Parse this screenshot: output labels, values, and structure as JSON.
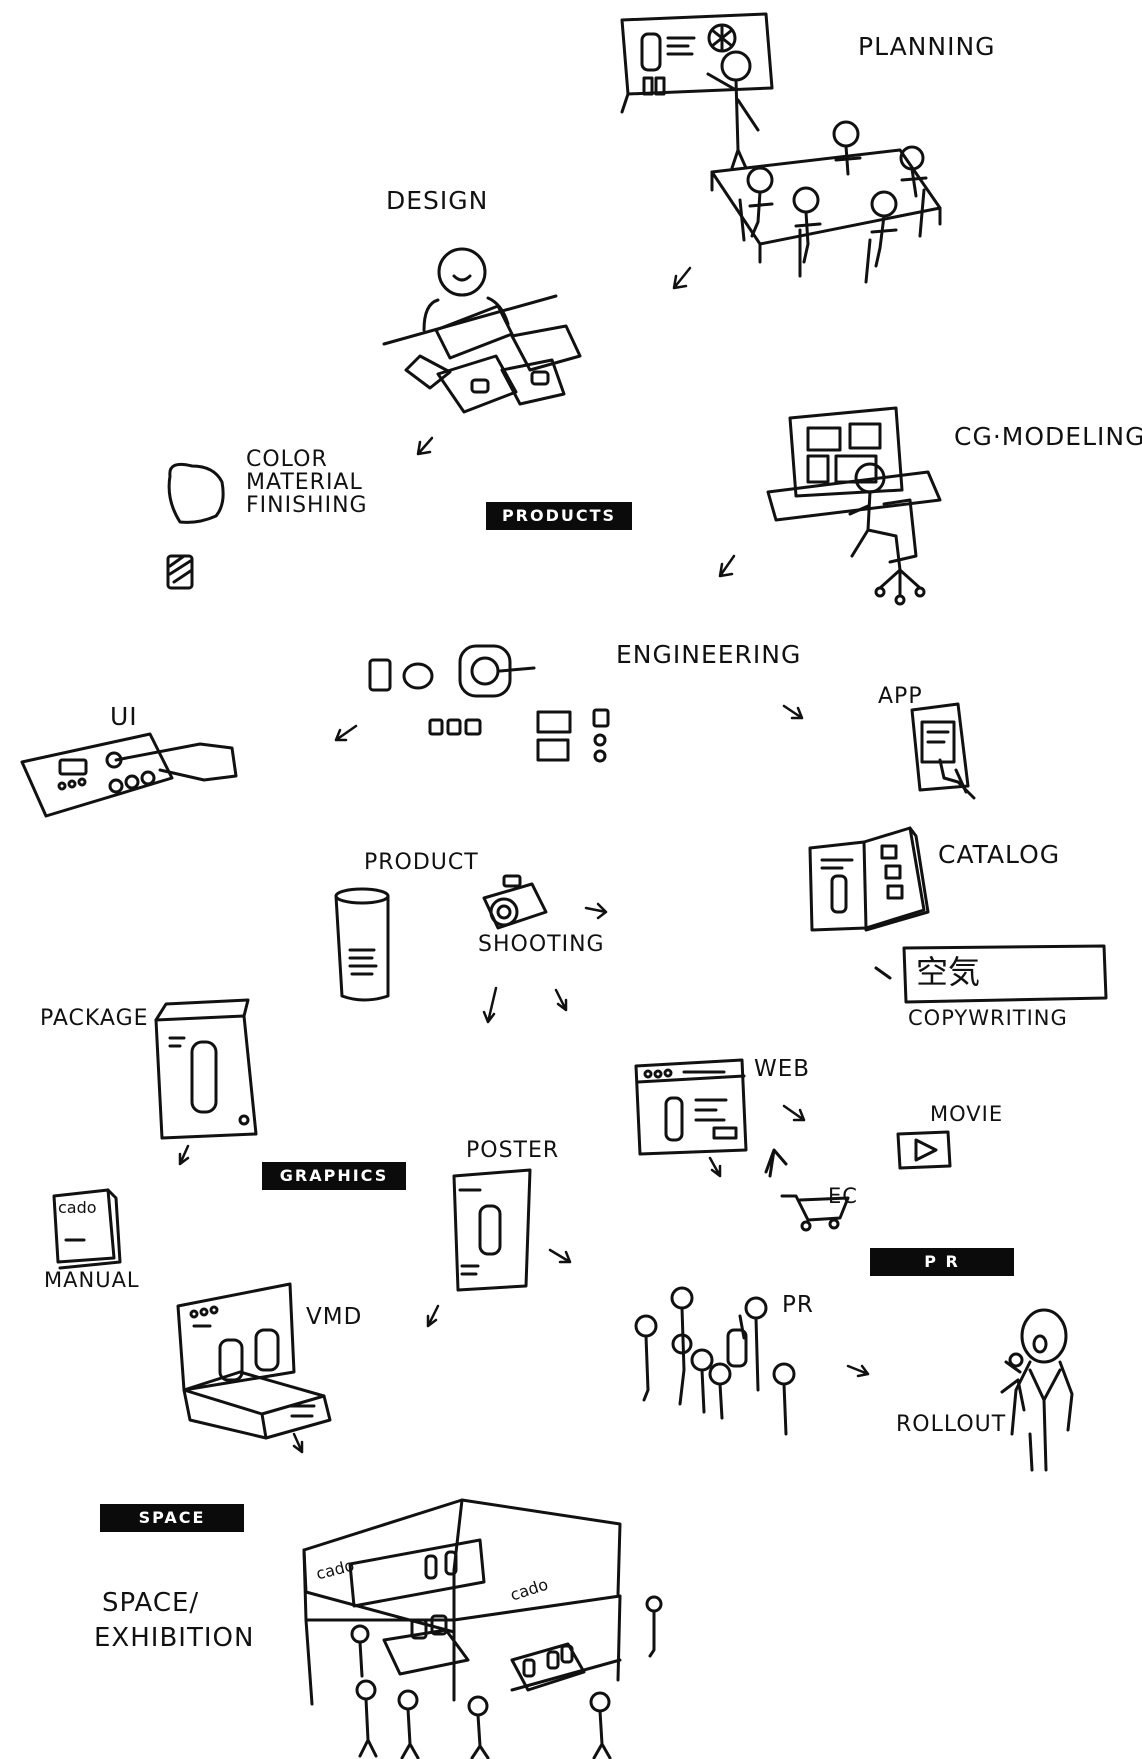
{
  "sections": {
    "products": "PRODUCTS",
    "graphics": "GRAPHICS",
    "pr": "P R",
    "space": "SPACE"
  },
  "steps": {
    "planning": "PLANNING",
    "design": "DESIGN",
    "color_lines": [
      "COLOR",
      "MATERIAL",
      "FINISHING"
    ],
    "cg_modeling": "CG·MODELING",
    "engineering": "ENGINEERING",
    "ui": "UI",
    "app": "APP",
    "product": "PRODUCT",
    "shooting": "SHOOTING",
    "catalog": "CATALOG",
    "copywriting": "COPYWRITING",
    "package": "PACKAGE",
    "web": "WEB",
    "movie": "MOVIE",
    "ec": "EC",
    "manual": "MANUAL",
    "poster": "POSTER",
    "vmd": "VMD",
    "pr_people": "PR",
    "rollout": "ROLLOUT",
    "space_lines": [
      "SPACE/",
      "EXHIBITION"
    ]
  },
  "sketch_text": {
    "brand": "cado",
    "copy_glyphs": "空気"
  },
  "colors": {
    "ink": "#111111",
    "section_bg": "#0b0b0b",
    "section_text": "#ffffff",
    "paper": "#ffffff"
  }
}
